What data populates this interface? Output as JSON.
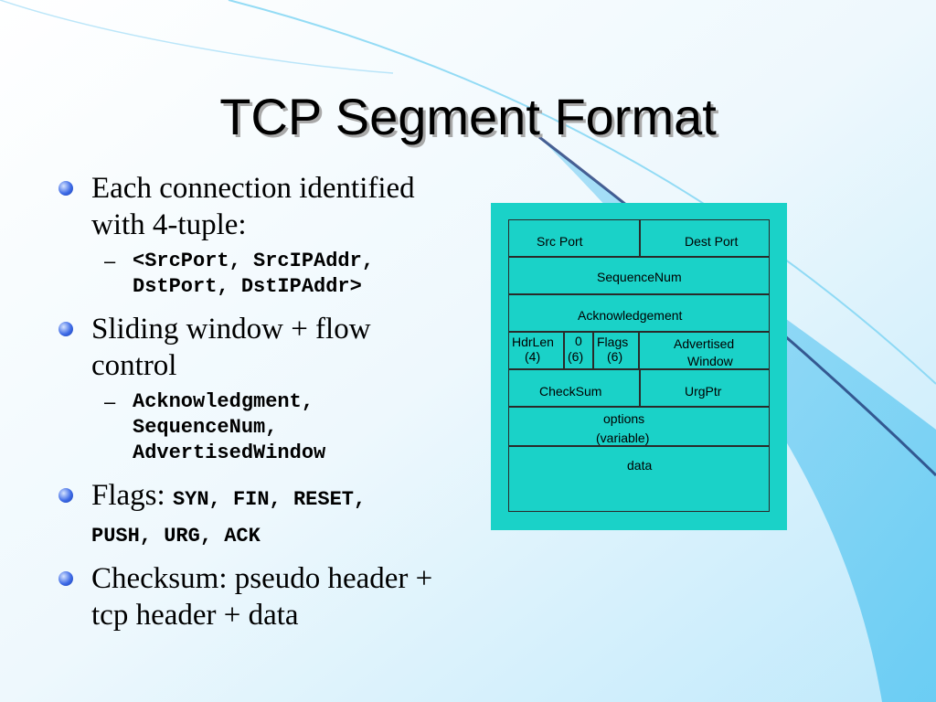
{
  "title": "TCP Segment Format",
  "bullets": [
    {
      "text": "Each connection identified",
      "text2": "with 4-tuple:"
    },
    {
      "text": "Sliding window + flow",
      "text2": "control"
    },
    {
      "text": "Flags: ",
      "code1": "SYN, FIN, RESET,",
      "code2": "PUSH, URG, ACK"
    },
    {
      "text": "Checksum: pseudo header +",
      "text2": "tcp header + data"
    }
  ],
  "subs": [
    {
      "line1": "<SrcPort, SrcIPAddr,",
      "line2": "DstPort, DstIPAddr>"
    },
    {
      "line1": "Acknowledgment,",
      "line2": "SequenceNum,",
      "line3": "AdvertisedWindow"
    }
  ],
  "dash": "–",
  "diagram": {
    "src_port": "Src Port",
    "dest_port": "Dest Port",
    "sequence_num": "SequenceNum",
    "acknowledgement": "Acknowledgement",
    "hdrlen": "HdrLen",
    "hdrlen_bits": "(4)",
    "reserved": "0",
    "reserved_bits": "(6)",
    "flags": "Flags",
    "flags_bits": "(6)",
    "advertised": "Advertised",
    "window": "Window",
    "checksum": "CheckSum",
    "urgptr": "UrgPtr",
    "options": "options",
    "variable": "(variable)",
    "data": "data"
  },
  "colors": {
    "diagram_background": "#1ad2c8",
    "bullet": "#3d6ae6",
    "background_accent": "#aee3f8"
  }
}
